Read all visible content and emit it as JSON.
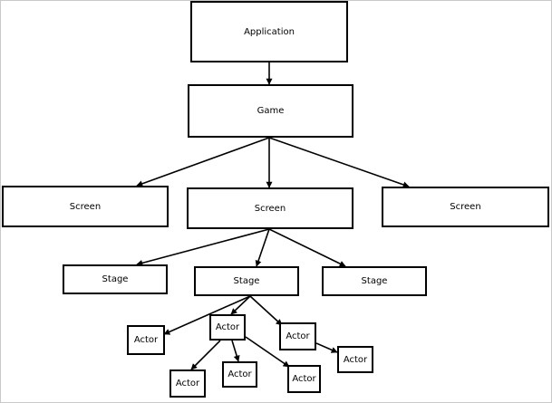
{
  "diagram": {
    "nodes": {
      "application": "Application",
      "game": "Game",
      "screen_1": "Screen",
      "screen_2": "Screen",
      "screen_3": "Screen",
      "stage_1": "Stage",
      "stage_2": "Stage",
      "stage_3": "Stage",
      "actor_1": "Actor",
      "actor_2": "Actor",
      "actor_3": "Actor",
      "actor_4": "Actor",
      "actor_5": "Actor",
      "actor_6": "Actor",
      "actor_7": "Actor"
    },
    "edges": [
      {
        "from": "application",
        "to": "game"
      },
      {
        "from": "game",
        "to": "screen_1"
      },
      {
        "from": "game",
        "to": "screen_2"
      },
      {
        "from": "game",
        "to": "screen_3"
      },
      {
        "from": "screen_2",
        "to": "stage_1"
      },
      {
        "from": "screen_2",
        "to": "stage_2"
      },
      {
        "from": "screen_2",
        "to": "stage_3"
      },
      {
        "from": "stage_2",
        "to": "actor_1"
      },
      {
        "from": "stage_2",
        "to": "actor_2"
      },
      {
        "from": "stage_2",
        "to": "actor_3"
      },
      {
        "from": "actor_3",
        "to": "actor_4"
      },
      {
        "from": "actor_2",
        "to": "actor_5"
      },
      {
        "from": "actor_2",
        "to": "actor_6"
      },
      {
        "from": "actor_2",
        "to": "actor_7"
      }
    ],
    "colors": {
      "stroke": "#000000",
      "fill": "#ffffff",
      "frame": "#c9c9c9"
    }
  }
}
